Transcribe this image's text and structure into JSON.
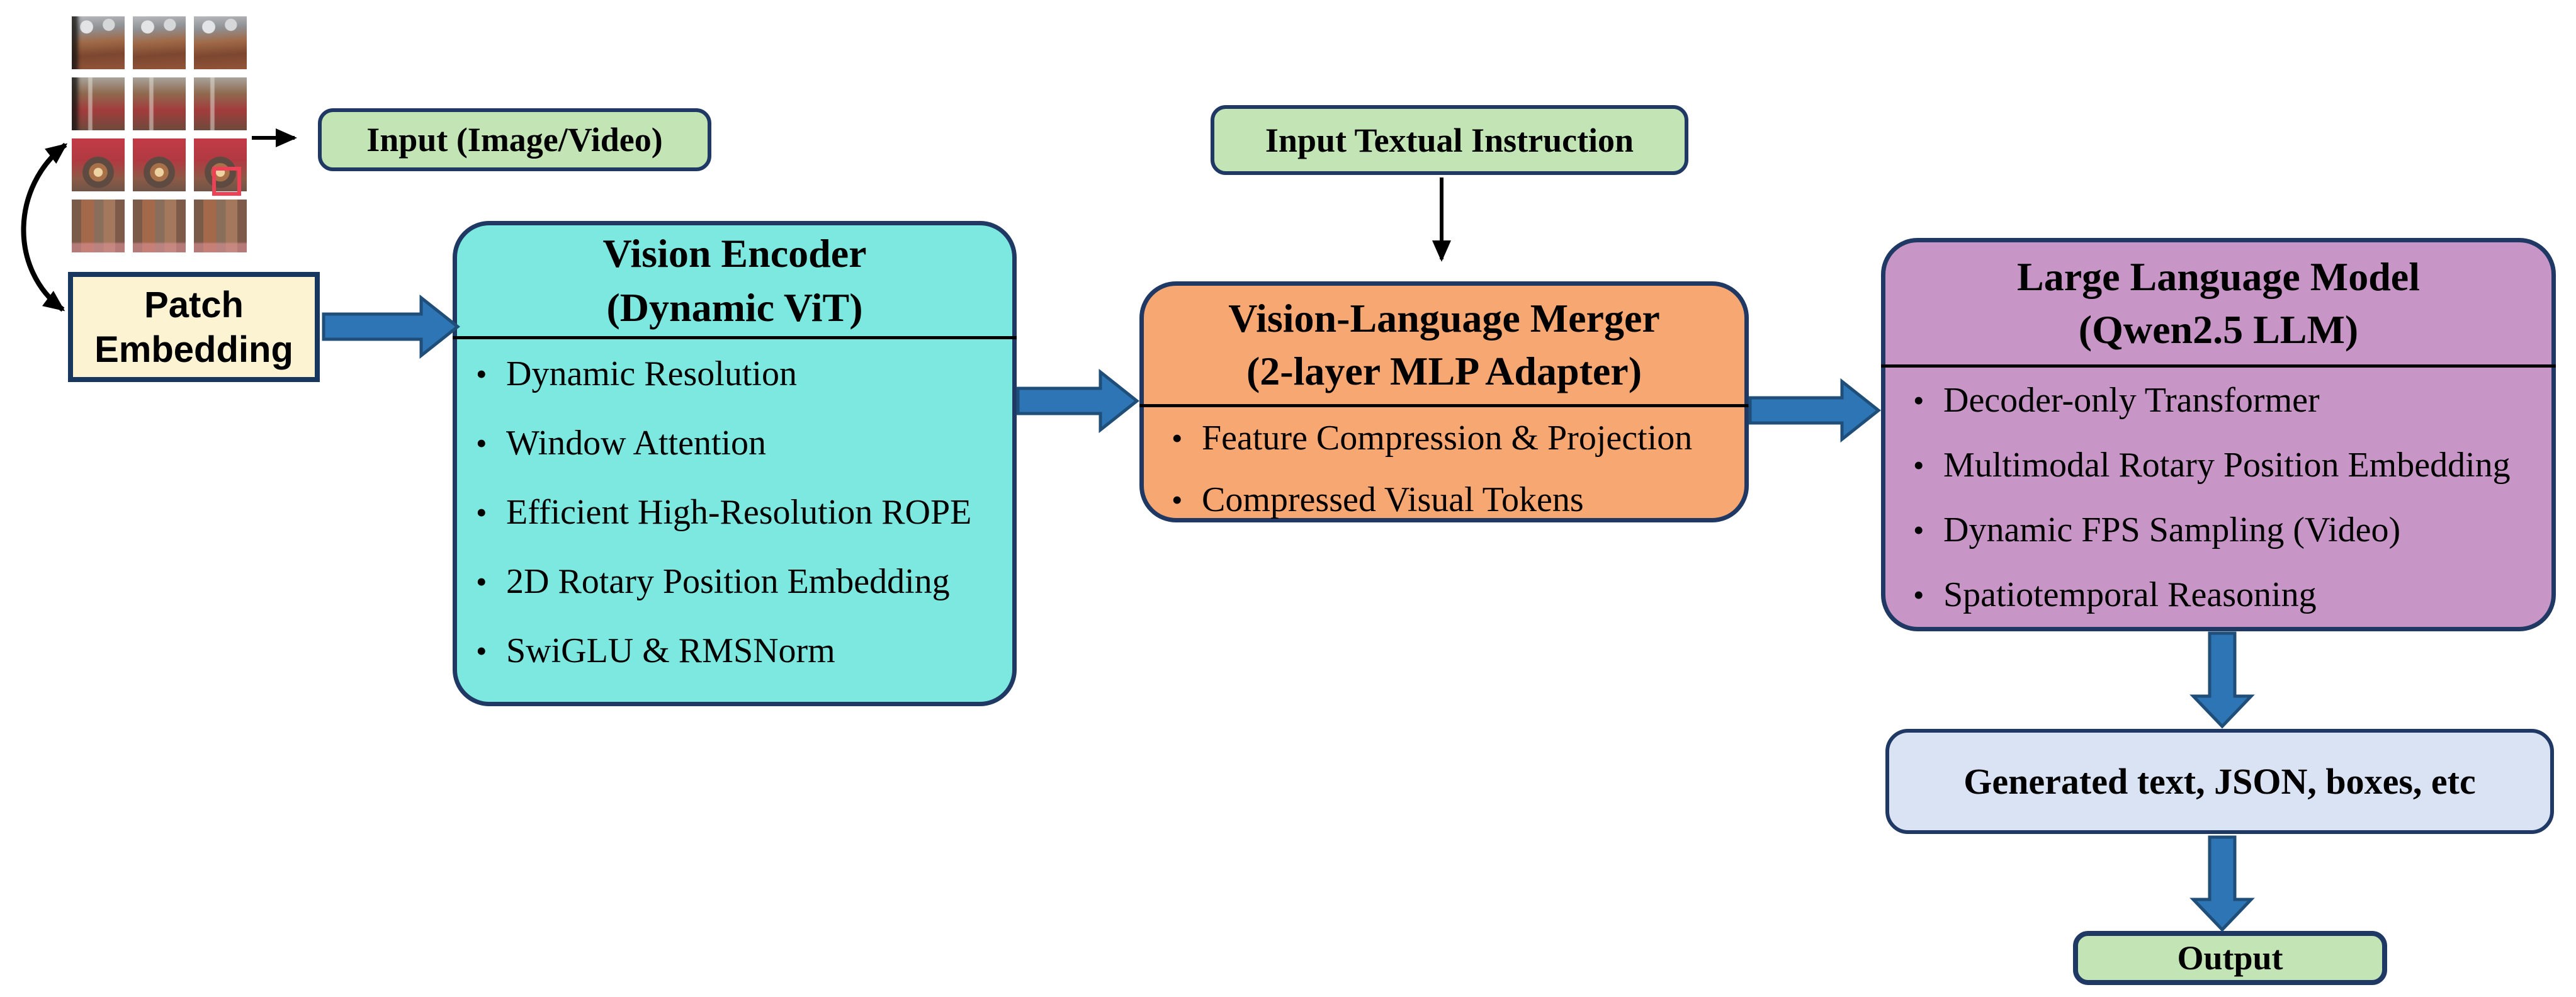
{
  "colors": {
    "green-box": "#c3e5b5",
    "cream-box": "#fcf3d3",
    "teal-box": "#7de8e0",
    "orange-box": "#f7a872",
    "purple-box": "#c795c6",
    "blue-box": "#dae3f4",
    "navy": "#1f3864",
    "arrow-blue": "#2e75b6",
    "arrow-blue-dark": "#1f4e79",
    "red-highlight": "#ef4155"
  },
  "nodes": {
    "input_image": {
      "label": "Input (Image/Video)"
    },
    "patch_embedding": {
      "line1": "Patch",
      "line2": "Embedding"
    },
    "vision_encoder": {
      "title1": "Vision Encoder",
      "title2": "(Dynamic ViT)",
      "bullets": [
        "Dynamic Resolution",
        "Window Attention",
        "Efficient High-Resolution ROPE",
        "2D Rotary Position Embedding",
        "SwiGLU & RMSNorm"
      ]
    },
    "input_text": {
      "label": "Input Textual Instruction"
    },
    "merger": {
      "title1": "Vision-Language Merger",
      "title2": "(2-layer MLP Adapter)",
      "bullets": [
        "Feature Compression & Projection",
        "Compressed Visual Tokens"
      ]
    },
    "llm": {
      "title1": "Large Language Model",
      "title2": "(Qwen2.5 LLM)",
      "bullets": [
        "Decoder-only Transformer",
        "Multimodal Rotary Position Embedding",
        "Dynamic FPS Sampling (Video)",
        "Spatiotemporal Reasoning"
      ]
    },
    "generated": {
      "label": "Generated text, JSON, boxes, etc"
    },
    "output": {
      "label": "Output"
    }
  }
}
